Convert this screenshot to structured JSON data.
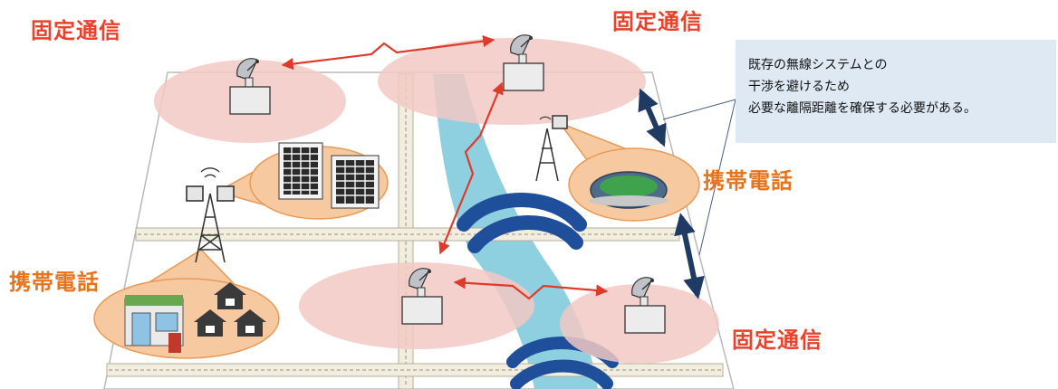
{
  "labels": {
    "fixed_top_left": "固定通信",
    "fixed_top_right": "固定通信",
    "fixed_bottom_right": "固定通信",
    "mobile_left": "携帯電話",
    "mobile_right": "携帯電話"
  },
  "callout": {
    "lines": [
      "既存の無線システムとの",
      "干渉を避けるため",
      "必要な離隔距離を確保する必要がある。"
    ]
  },
  "colors": {
    "fixed_label": "#e8412c",
    "mobile_label": "#e4741e",
    "river": "#8ecfe0",
    "fixed_zone": "#f2c9c4",
    "mobile_zone": "#f7c9a0",
    "bridge": "#1f4e9a",
    "link_arrow": "#e03a2a",
    "separation_arrow": "#1f3b64",
    "callout_bg": "#dfe9f4"
  }
}
